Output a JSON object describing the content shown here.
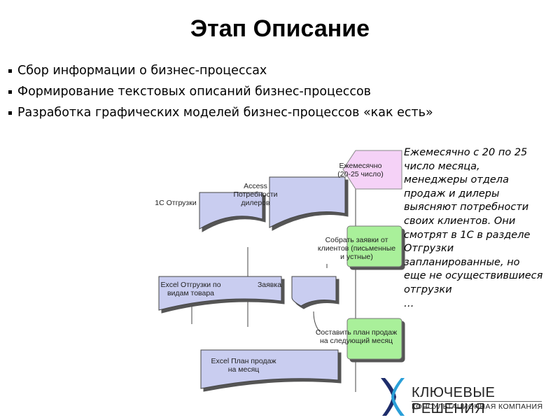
{
  "title": "Этап Описание",
  "bullets": [
    "Сбор информации о бизнес-процессах",
    "Формирование текстовых описаний бизнес-процессов",
    "Разработка графических моделей бизнес-процессов «как есть»"
  ],
  "diagram": {
    "event_label": "Ежемесячно\n(20-25 число)",
    "access_label": "Access\nПотребности\nдилеров",
    "onec_label": "1С Отгрузки",
    "func1_label": "Собрать заявки от\nклиентов (письменные\nи устные)",
    "excel_shipments_label": "Excel Отгрузки по\nвидам товара",
    "request_label": "Заявка",
    "func2_label": "Составить план продаж\nна следующий месяц",
    "excel_plan_label": "Excel План продаж\nна месяц",
    "colors": {
      "document": "#c9cdf0",
      "event": "#f5d2f7",
      "function": "#a9f09a"
    }
  },
  "note": "Ежемесячно с 20 по 25 число месяца, менеджеры отдела продаж и дилеры выясняют потребности своих клиентов. Они смотрят в 1С в разделе Отгрузки запланированные, но еще не осуществившиеся отгрузки\n…",
  "logo": {
    "name": "КЛЮЧЕВЫЕ РЕШЕНИЯ",
    "subtitle": "КОНСУЛЬТАЦИОННАЯ КОМПАНИЯ"
  }
}
